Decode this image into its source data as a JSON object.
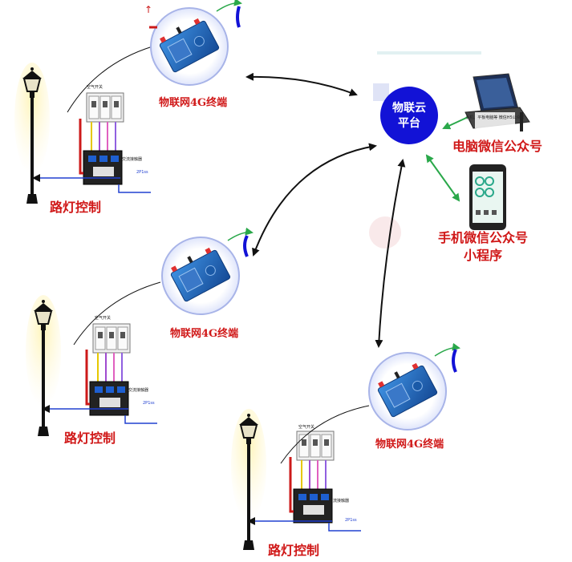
{
  "cloud": {
    "line1": "物联云",
    "line2": "平台"
  },
  "pc": {
    "label": "电脑微信公众号",
    "screen_text": "手机、平板电脑等 微信H5公众号"
  },
  "phone": {
    "line1": "手机微信公众号",
    "line2": "小程序"
  },
  "clusters": [
    {
      "terminal_label": "物联网4G终端",
      "control_label": "路灯控制",
      "breaker_label": "空气开关",
      "contactor_label": "交流接触器",
      "wire_tag": "2P1ss"
    },
    {
      "terminal_label": "物联网4G终端",
      "control_label": "路灯控制",
      "breaker_label": "空气开关",
      "contactor_label": "交流接触器",
      "wire_tag": "2P1ss"
    },
    {
      "terminal_label": "物联网4G终端",
      "control_label": "路灯控制",
      "breaker_label": "空气开关",
      "contactor_label": "交流接触器",
      "wire_tag": "2P1ss"
    }
  ],
  "colors": {
    "cloud": "#1212d6",
    "label_red": "#d01818",
    "arrow_black": "#111111",
    "arrow_green": "#2aa84a",
    "terminal_ring": "#a8b4e8",
    "device_blue": "#2070c0"
  }
}
